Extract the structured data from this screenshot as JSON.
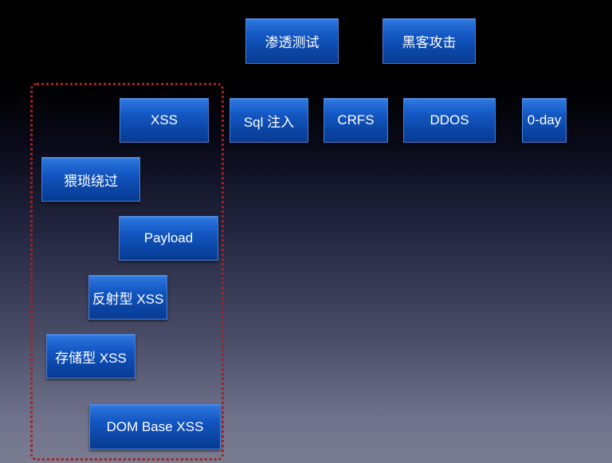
{
  "top_nodes": {
    "penetration_test": "渗透测试",
    "hacker_attack": "黑客攻击"
  },
  "attack_types": {
    "xss": "XSS",
    "sql_injection": "Sql 注入",
    "crfs": "CRFS",
    "ddos": "DDOS",
    "zero_day": "0-day"
  },
  "xss_details": {
    "bypass": "猥琐绕过",
    "payload": "Payload",
    "reflected_xss": "反射型 XSS",
    "stored_xss": "存储型 XSS",
    "dom_based_xss": "DOM Base XSS"
  },
  "colors": {
    "box_fill": "#1458c4",
    "box_border": "#4b7fd6",
    "highlight_border": "#a32222",
    "text": "#ffffff"
  }
}
